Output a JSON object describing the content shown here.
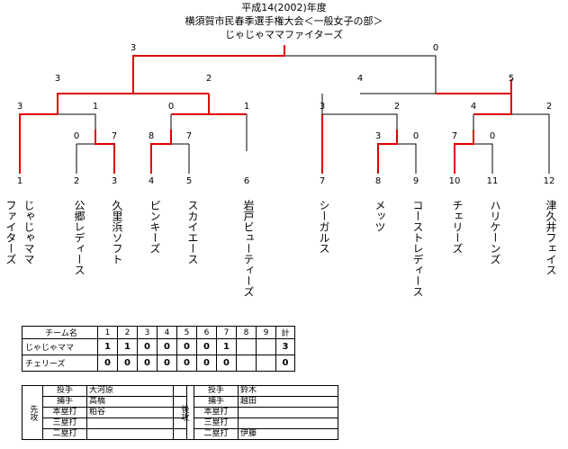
{
  "title": {
    "line1": "平成14(2002)年度",
    "line2": "横須賀市民春季選手権大会＜一般女子の部＞",
    "line3": "じゃじゃママファイターズ"
  },
  "colors": {
    "winner_line": "#e00000",
    "loser_line": "#000000"
  },
  "seeds": [
    "1",
    "2",
    "3",
    "4",
    "5",
    "6",
    "7",
    "8",
    "9",
    "10",
    "11",
    "12"
  ],
  "teams": [
    "ファイターズ",
    "じゃじゃママ",
    "公郷レディース",
    "久里浜ソフト",
    "ピンキーズ",
    "スカイエース",
    "岩戸ビューティーズ",
    "シーガルス",
    "メッツ",
    "コーストレディース",
    "チェリーズ",
    "ハリケーンズ",
    "津久井フェイス"
  ],
  "scores": {
    "s1": "3",
    "s2": "0",
    "s3": "3",
    "s4": "2",
    "s5": "4",
    "s6": "5",
    "s7": "3",
    "s8": "1",
    "s9": "0",
    "s10": "1",
    "s11": "3",
    "s12": "2",
    "s13": "4",
    "s14": "2",
    "s15": "0",
    "s16": "7",
    "s17": "8",
    "s18": "7",
    "s19": "3",
    "s20": "0",
    "s21": "7",
    "s22": "0"
  },
  "scoreboard": {
    "header": {
      "team": "チーム名",
      "innings": [
        "1",
        "2",
        "3",
        "4",
        "5",
        "6",
        "7",
        "8",
        "9"
      ],
      "total": "計"
    },
    "rows": [
      {
        "name": "じゃじゃママ",
        "runs": [
          "1",
          "1",
          "0",
          "0",
          "0",
          "0",
          "1",
          "",
          ""
        ],
        "total": "3"
      },
      {
        "name": "チェリーズ",
        "runs": [
          "0",
          "0",
          "0",
          "0",
          "0",
          "0",
          "0",
          "",
          ""
        ],
        "total": "0"
      }
    ]
  },
  "players": {
    "first": {
      "label": "先攻",
      "rows": [
        {
          "role": "投手",
          "name": "大河原"
        },
        {
          "role": "捕手",
          "name": "高橋"
        },
        {
          "role": "本塁打",
          "name": "粕谷"
        },
        {
          "role": "三塁打",
          "name": ""
        },
        {
          "role": "二塁打",
          "name": ""
        }
      ]
    },
    "second": {
      "label": "後攻",
      "rows": [
        {
          "role": "投手",
          "name": "鈴木"
        },
        {
          "role": "捕手",
          "name": "越田"
        },
        {
          "role": "本塁打",
          "name": ""
        },
        {
          "role": "三塁打",
          "name": ""
        },
        {
          "role": "二塁打",
          "name": "伊藤"
        }
      ]
    }
  }
}
